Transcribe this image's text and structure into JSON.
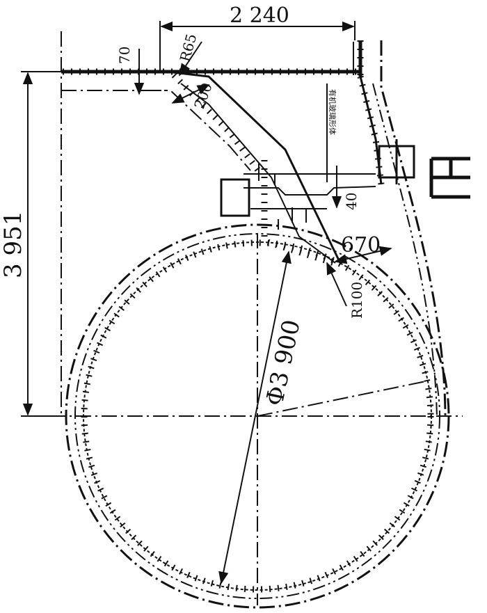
{
  "figure": {
    "dimensions": {
      "top_width": "2 240",
      "left_height": "3 951",
      "top_thickness": "70",
      "corner_radius_top": "R65",
      "corner_offset": "200",
      "gap_40": "40",
      "gap_670": "670",
      "corner_radius_lower": "R100",
      "diameter": "Φ3 900"
    },
    "vertical_note": "有机玻璃形体",
    "side_symbol": "Ш"
  }
}
